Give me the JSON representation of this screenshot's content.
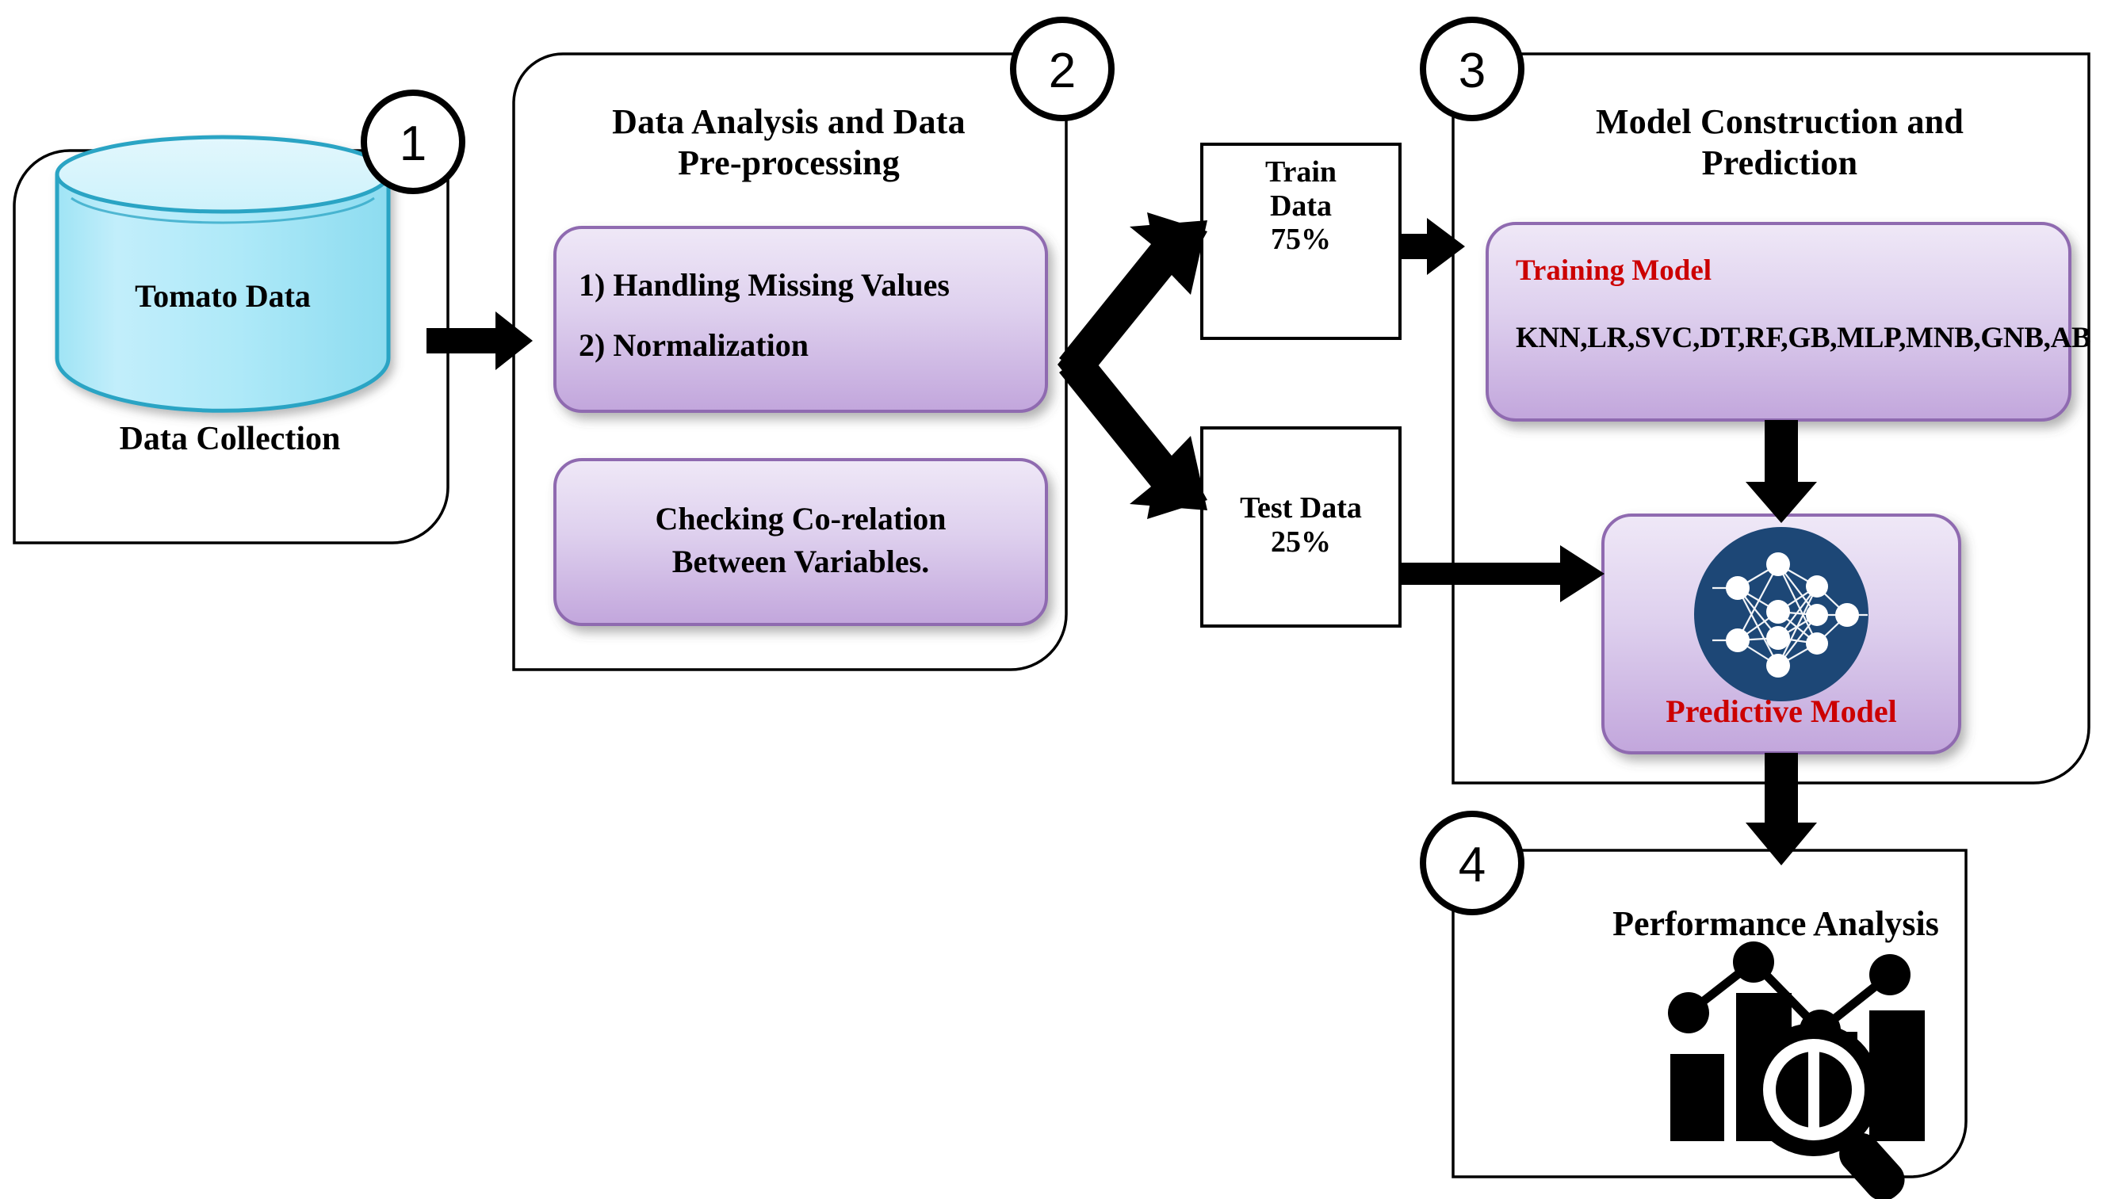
{
  "diagram": {
    "title": "Tomato Data Machine Learning Pipeline Flowchart",
    "accent_purple": "#b59ad4",
    "accent_cyan": "#a9e9f7",
    "accent_red": "#cc0000",
    "accent_navy": "#1d4776"
  },
  "stages": [
    {
      "number": "1",
      "name": "data-collection",
      "title": "Data Collection",
      "cylinder_label": "Tomato Data"
    },
    {
      "number": "2",
      "name": "data-analysis-preprocessing",
      "title": "Data Analysis and Data\nPre-processing",
      "cards": [
        {
          "name": "preprocessing-steps-card",
          "text": "1) Handling Missing Values\n2) Normalization"
        },
        {
          "name": "correlation-card",
          "text": "Checking Co-relation\nBetween Variables."
        }
      ]
    },
    {
      "number": "3",
      "name": "model-construction-prediction",
      "title": "Model Construction and\nPrediction",
      "training_card": {
        "heading": "Training  Model",
        "models": "KNN,LR,SVC,DT,RF,GB,MLP,MNB,GNB,AB"
      },
      "predictive_card": {
        "label": "Predictive Model",
        "icon": "neural-network-icon"
      }
    },
    {
      "number": "4",
      "name": "performance-analysis",
      "title": "Performance Analysis",
      "icon": "bar-chart-magnifier-icon"
    }
  ],
  "split": [
    {
      "name": "train-data-box",
      "text": "Train\nData\n75%",
      "percent": 75
    },
    {
      "name": "test-data-box",
      "text": "Test Data\n25%",
      "percent": 25
    }
  ]
}
